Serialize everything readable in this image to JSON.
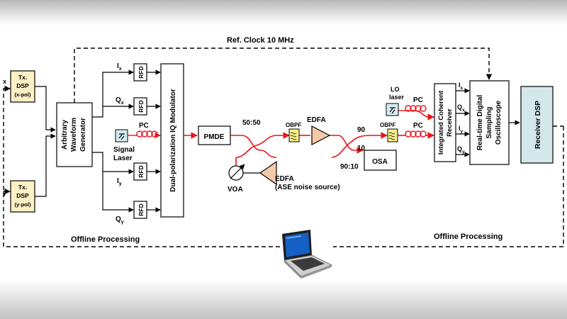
{
  "labels": {
    "ref_clock": "Ref. Clock 10 MHz",
    "tx_dsp_x": [
      "Tx.",
      "DSP",
      "(x-pol)"
    ],
    "tx_dsp_y": [
      "Tx.",
      "DSP",
      "(y-pol)"
    ],
    "input_x": "x",
    "input_y": "y",
    "awg": [
      "Arbitrary",
      "Waveform",
      "Generator"
    ],
    "rfd": "RFD",
    "ix": "I",
    "qx": "Q",
    "iy": "I",
    "qy": "Q",
    "sub_x": "x",
    "sub_y": "y",
    "pc": "PC",
    "signal_laser": [
      "Signal",
      "Laser"
    ],
    "iq_modulator": "Dual-polarization  IQ Modulator",
    "pmde": "PMDE",
    "coupler_5050": "50:50",
    "voa": "VOA",
    "edfa_ase": [
      "EDFA",
      "(ASE noise source)"
    ],
    "obpf": "OBPF",
    "edfa": "EDFA",
    "tap_90": "90",
    "tap_10": "10",
    "tap_9010": "90:10",
    "osa": "OSA",
    "lo_laser": [
      "LO",
      "laser"
    ],
    "coherent_receiver": [
      "Integrated Coherent",
      "Receiver"
    ],
    "oscilloscope": [
      "Real-time Digital",
      "Sampling",
      "Oscilloscope"
    ],
    "receiver_dsp": "Receiver DSP",
    "offline_left": "Offline Processing",
    "offline_right": "Offline Processing"
  },
  "colors": {
    "optical": "#e8141c",
    "tx_dsp_fill": "#fdf0c4",
    "rx_dsp_fill": "#d4e7ea",
    "obpf_fill": "#f7f08a",
    "edfa_fill": "#f6c9a8",
    "laser_fill": "#d6ecf4",
    "laptop_screen": "#1560c4"
  },
  "icons": [
    "laser-icon",
    "pc-coil-icon",
    "filter-icon",
    "amplifier-icon",
    "coupler-icon",
    "voa-icon",
    "laptop-icon"
  ]
}
